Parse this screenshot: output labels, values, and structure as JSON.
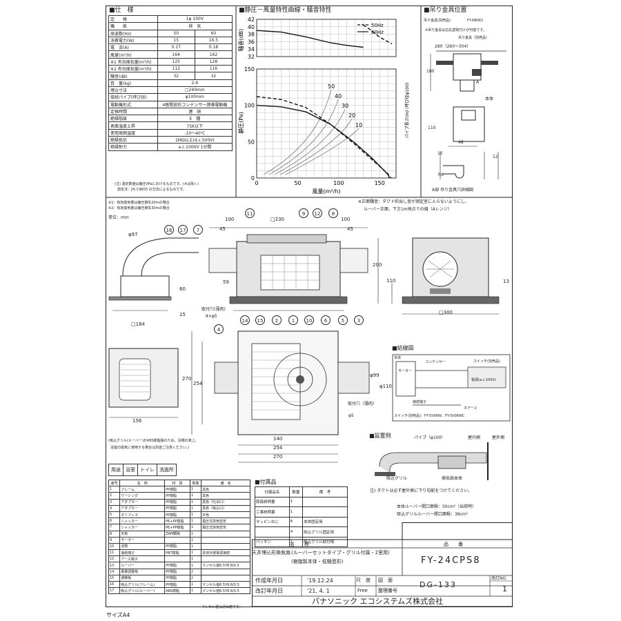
{
  "spec": {
    "title": "■仕　様",
    "rows": [
      [
        "定　　格",
        "1φ 100V",
        ""
      ],
      [
        "機　　能",
        "排　気",
        ""
      ],
      [
        "周波数(Hz)",
        "50",
        "60"
      ],
      [
        "消費電力(W)",
        "15",
        "16.5"
      ],
      [
        "電　流(A)",
        "0.17",
        "0.18"
      ],
      [
        "風量(m³/h)",
        "164",
        "162"
      ],
      [
        "※1 有効換気量(m³/h)",
        "125",
        "128"
      ],
      [
        "※2 有効換気量(m³/h)",
        "112",
        "116"
      ],
      [
        "騒音(dB)",
        "32",
        "32"
      ],
      [
        "質　量(kg)",
        "2.6",
        ""
      ],
      [
        "埋込寸法",
        "□240mm",
        ""
      ],
      [
        "接続パイプ(呼び径)",
        "φ100mm",
        ""
      ],
      [
        "電動機形式",
        "4極開放形コンデンサー誘導電動機",
        ""
      ],
      [
        "定格時間",
        "連　続",
        ""
      ],
      [
        "絶縁階級",
        "E　種",
        ""
      ],
      [
        "表面温度上昇",
        "75K以下",
        ""
      ],
      [
        "使用周囲温度",
        "-10～40℃",
        ""
      ],
      [
        "絶縁抵抗",
        "1MΩ以上(d.c.500V)",
        ""
      ],
      [
        "絶縁耐力",
        "a.c.1000V 1分間",
        ""
      ]
    ],
    "notes": [
      "(注) 測定数値は静圧0Paにおけるものです。(※は除く)",
      "測定法：JIS C9603 の方法によるものです。"
    ],
    "footnotes": [
      "※1：有効換気量は静圧損失20mの場合",
      "※2：有効換気量は静圧損失30mの場合"
    ],
    "unit": "単位：mm"
  },
  "chart_title": "■静圧－風量特性曲線・騒音特性",
  "chart_data": [
    {
      "type": "line",
      "ylabel": "騒音(dB)",
      "ylim": [
        32,
        42
      ],
      "yticks": [
        32,
        34,
        36,
        38,
        40,
        42
      ],
      "series": [
        {
          "name": "50Hz",
          "points": [
            [
              130,
              40.5
            ],
            [
              140,
              39
            ],
            [
              150,
              37.2
            ],
            [
              160,
              36
            ],
            [
              165,
              35.4
            ]
          ]
        },
        {
          "name": "60Hz",
          "points": [
            [
              0,
              39
            ],
            [
              30,
              38.6
            ],
            [
              60,
              37.3
            ],
            [
              90,
              35.7
            ],
            [
              110,
              35
            ],
            [
              130,
              34.5
            ]
          ]
        }
      ]
    },
    {
      "type": "line",
      "xlabel": "風量(m³/h)",
      "ylabel": "静圧(Pa)",
      "xlim": [
        0,
        170
      ],
      "ylim": [
        0,
        150
      ],
      "xticks": [
        0,
        50,
        100,
        150
      ],
      "yticks": [
        0,
        50,
        100,
        150
      ],
      "series": [
        {
          "name": "50Hz",
          "points": [
            [
              0,
              112
            ],
            [
              30,
              108
            ],
            [
              60,
              97
            ],
            [
              90,
              74
            ],
            [
              120,
              46
            ],
            [
              140,
              26
            ],
            [
              160,
              6
            ],
            [
              164,
              0
            ]
          ]
        },
        {
          "name": "60Hz",
          "points": [
            [
              0,
              100
            ],
            [
              30,
              98
            ],
            [
              60,
              91
            ],
            [
              90,
              74
            ],
            [
              120,
              48
            ],
            [
              140,
              28
            ],
            [
              160,
              5
            ],
            [
              162,
              0
            ]
          ]
        }
      ],
      "duct_curves": [
        "50",
        "40",
        "30",
        "20",
        "10"
      ],
      "side_label": "パイプ長さ(m) (呼び径φ100)"
    }
  ],
  "hanger": {
    "title": "■吊り金具位置",
    "part_label": "吊り金具(別売品)",
    "part_no": "FY-KB061",
    "note": "※吊り金具は右右逆取付けが可能です。",
    "callout": "吊り金具（別売品）",
    "dims": [
      "280（260～304）",
      "180",
      "48",
      "15",
      "110",
      "12",
      "R6"
    ],
    "body_label": "本体",
    "detail": "A部 吊り金具穴詳細図",
    "a_label": "A"
  },
  "noise_note": [
    "※正面騒音：ダクト吹出し音が測定室に入らないようにし、",
    "ルーバー正面、下方1m地点での値（Aレンジ）"
  ],
  "front_dims": [
    "φ97",
    "45",
    "100",
    "□230",
    "100",
    "45",
    "59",
    "60",
    "15",
    "200",
    "110",
    "□300",
    "13"
  ],
  "callouts_top": [
    "16",
    "17",
    "7",
    "11",
    "9",
    "12",
    "8"
  ],
  "callouts_mid": [
    "14",
    "15",
    "2",
    "1",
    "10",
    "6",
    "5",
    "3",
    "4"
  ],
  "plan": {
    "hole_label": "取付穴(薄肉)",
    "hole_size": "8×φ5",
    "hole_label2": "取付穴（薄肉）",
    "hole_size2": "φ5",
    "dims": [
      "□184",
      "270",
      "254",
      "156",
      "140",
      "254",
      "270",
      "φ99",
      "φ110"
    ]
  },
  "material_note": [
    "(吸込グリル(ルーバー)がABS樹脂製のため、浴槽の真上、",
    "浴室の換気に使用する場合は別途ご注意ください。)"
  ],
  "wiring": {
    "title": "■結線図",
    "labels": [
      "本体",
      "モーター",
      "コンデンサー",
      "接続端子",
      "ネアース",
      "スイッチ(別売品)",
      "電源(a.c.100V)"
    ],
    "switch_models": "スイッチ(別売品)：FY-SV06W、FY-SV06WC"
  },
  "install": {
    "title": "■設置例",
    "labels": [
      "パイプ（φ100）",
      "屋内側",
      "屋外側",
      "吸込グリル",
      "換気扇本体"
    ],
    "note": "注) ダクトは必ず屋外側に下り勾配をつけてください。",
    "openings": [
      "本体ルーバー開口面積：50cm²（出荷時）",
      "吸込グリルルーバー開口面積：38cm²"
    ]
  },
  "usage": {
    "label": "用途",
    "items": [
      "浴室",
      "トイレ",
      "洗面所"
    ]
  },
  "parts": {
    "header": [
      "番号",
      "名　称",
      "材　質",
      "数量",
      "備　考"
    ],
    "rows": [
      [
        "1",
        "フレーム",
        "PP樹脂",
        "1",
        "黒色"
      ],
      [
        "2",
        "ケーシング",
        "PP樹脂",
        "1",
        "黒色"
      ],
      [
        "3",
        "アダプター",
        "PP樹脂",
        "1",
        "黒色（吐出口）"
      ],
      [
        "4",
        "アダプター",
        "PP樹脂",
        "1",
        "黒色（吸込口）"
      ],
      [
        "5",
        "オリフィス",
        "PP樹脂",
        "1",
        "灰色"
      ],
      [
        "6",
        "シャッター",
        "PE+PP樹脂",
        "1",
        "風圧式高気密形"
      ],
      [
        "7",
        "シャッター",
        "PE+PP樹脂",
        "1",
        "風圧式高気密形"
      ],
      [
        "8",
        "天板",
        "ZAM鋼板",
        "1",
        ""
      ],
      [
        "9",
        "モーター",
        "",
        "1",
        ""
      ],
      [
        "10",
        "羽根",
        "PP樹脂",
        "1",
        ""
      ],
      [
        "11",
        "速結端子",
        "PBT樹脂",
        "1",
        "本体外部電源接続"
      ],
      [
        "12",
        "アース端子",
        "",
        "1",
        ""
      ],
      [
        "13",
        "ルーバー",
        "PP樹脂",
        "1",
        "マンセル値6.5Y8.8/0.5"
      ],
      [
        "14",
        "風量調整板",
        "PP樹脂",
        "2",
        ""
      ],
      [
        "15",
        "遮蔽板",
        "PP樹脂",
        "2",
        ""
      ],
      [
        "16",
        "吸込グリル(フレーム)",
        "PP樹脂",
        "1",
        "マンセル値6.5Y8.8/0.5"
      ],
      [
        "17",
        "吸込グリル(ルーバー)",
        "ABS樹脂",
        "1",
        "マンセル値6.5Y8.8/0.5"
      ]
    ],
    "note": "マンセル値は近似値です。"
  },
  "accessories": {
    "title": "■付属品",
    "header": [
      "付属品名",
      "数量",
      "備　考"
    ],
    "rows": [
      [
        "取扱説明書",
        "1",
        ""
      ],
      [
        "工事説明書",
        "1",
        ""
      ],
      [
        "タッピンねじ",
        "6",
        "本体固定用"
      ],
      [
        "",
        "4",
        "吸込グリル固定用"
      ],
      [
        "パッキン",
        "1",
        "吸込グリル取付用"
      ]
    ]
  },
  "title_block": {
    "name_hdr": "名　　称",
    "name_line1": "天井埋込形換気扇",
    "name_line2": "(ルーバーセットタイプ・グリル付属・2室用)",
    "name_line3": "(樹脂製本体・低騒音形)",
    "model_hdr": "品　　番",
    "model": "FY-24CPS8",
    "created_label": "作成年月日",
    "created": "'19.12.24",
    "scale_label": "尺　度",
    "scale_val": "図　面",
    "revised_label": "改訂年月日",
    "revised": "'21. 4. 1",
    "free": "Free",
    "doc_label": "整理番号",
    "doc_no": "DG-133",
    "rev_label": "改訂NO.",
    "rev": "1",
    "company": "パナソニック エコシステムズ株式会社"
  },
  "size_label": "サイズA4"
}
